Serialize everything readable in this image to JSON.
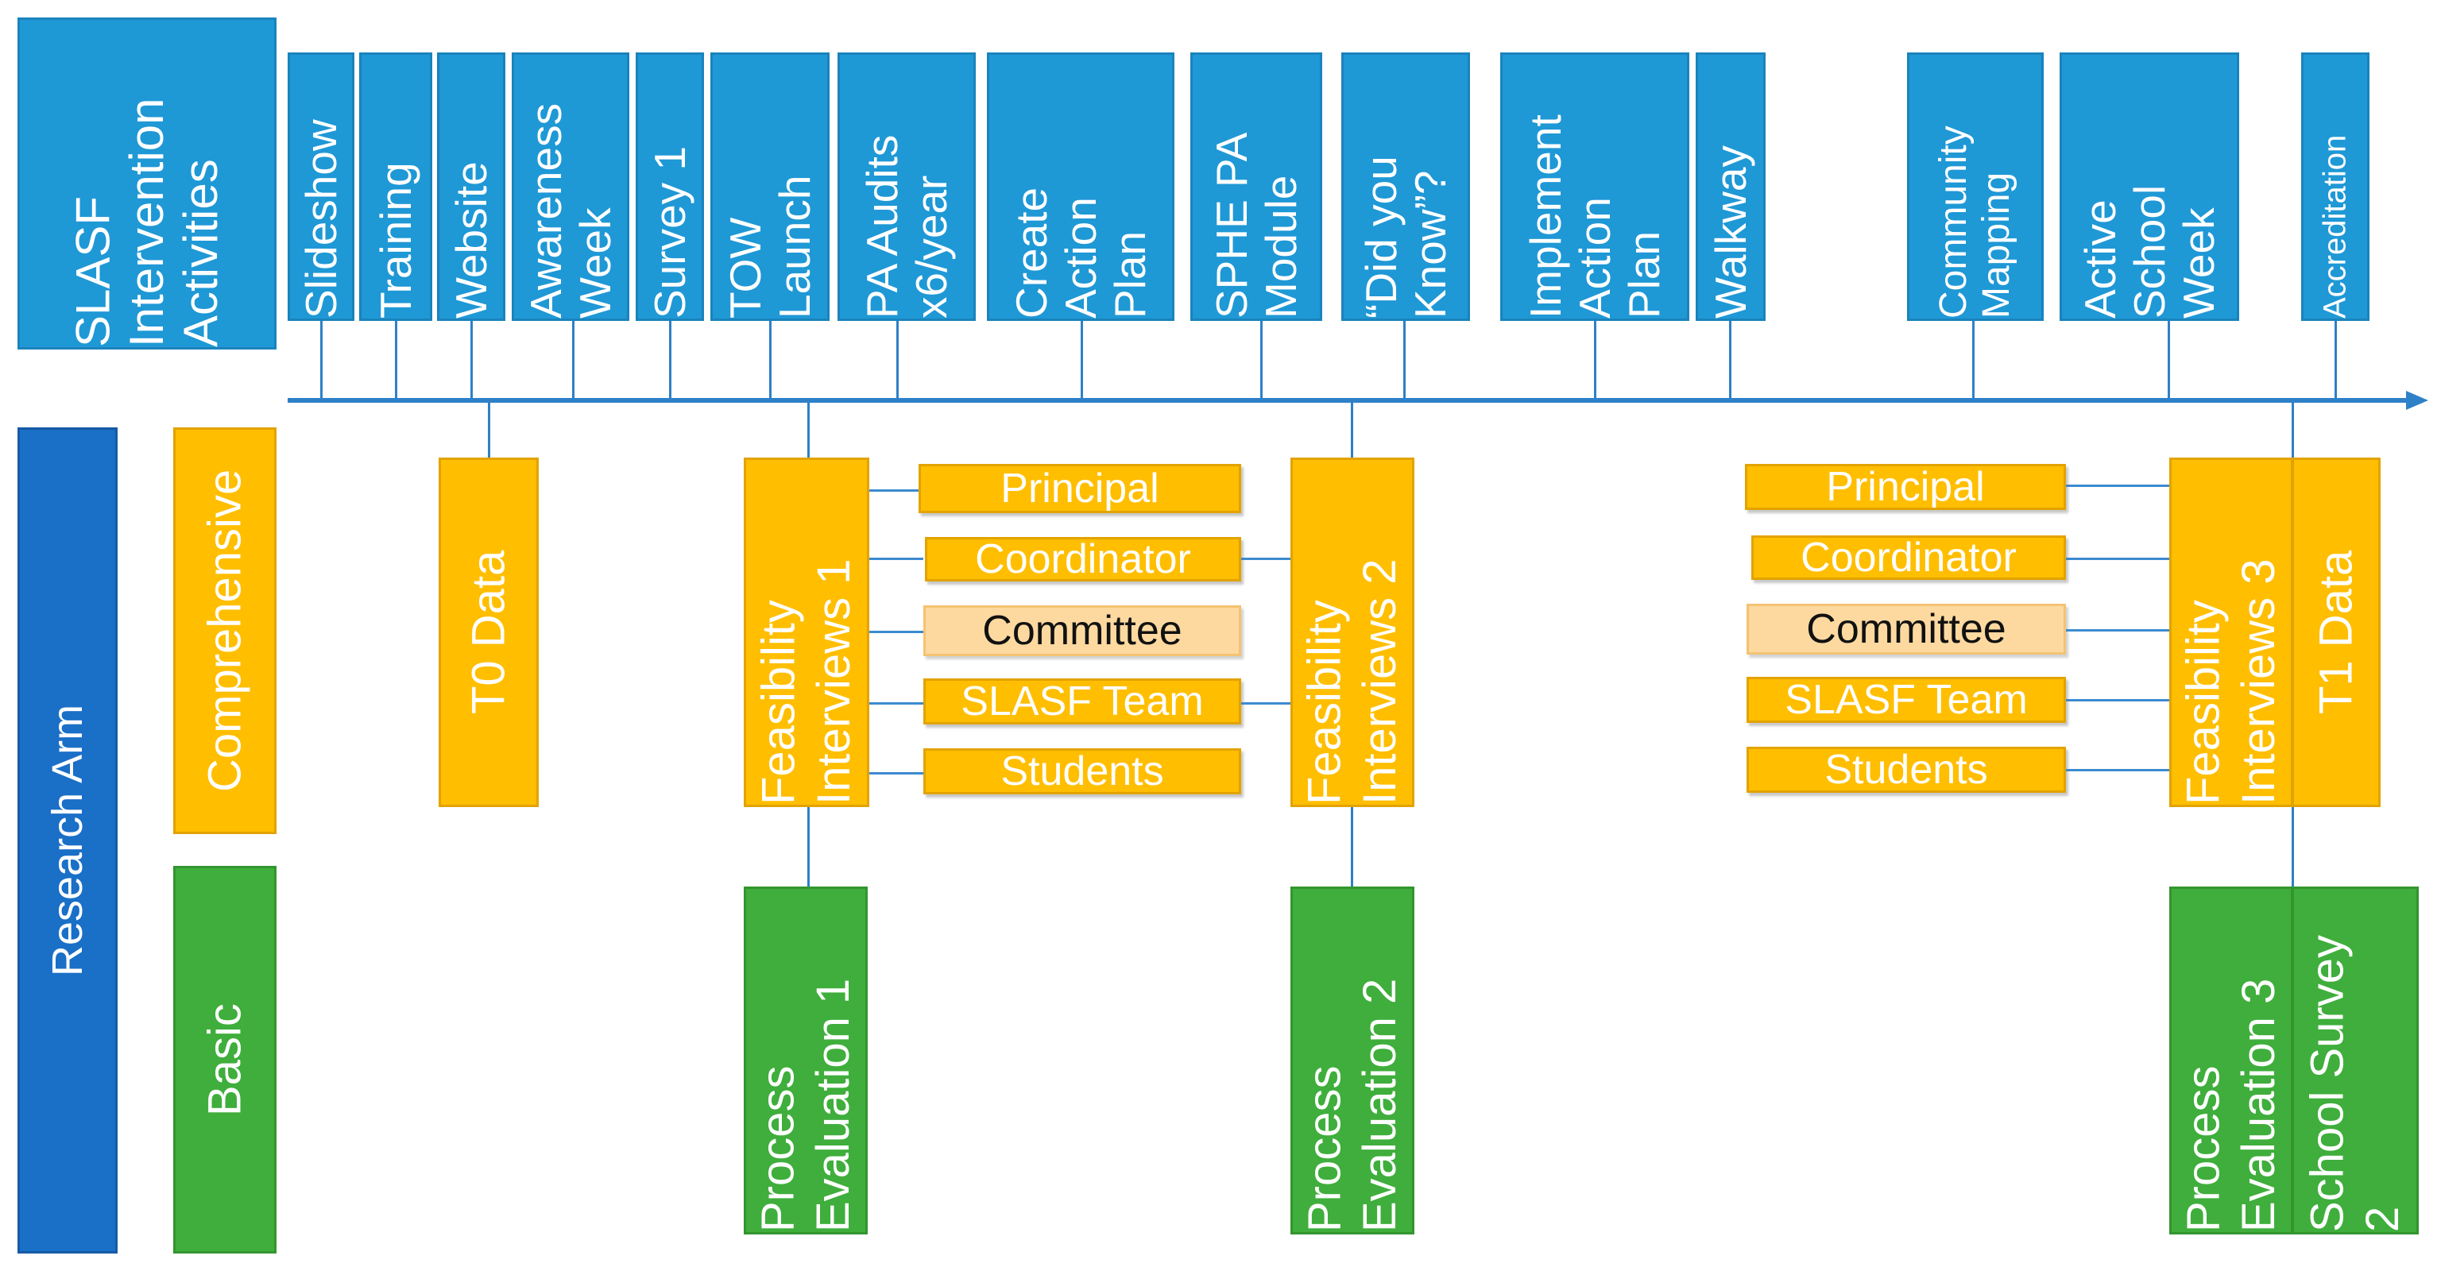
{
  "header": {
    "title": "SLASF\nIntervention\nActivities"
  },
  "activities": [
    "Slideshow",
    "Training",
    "Website",
    "Awareness\nWeek",
    "Survey 1",
    "TOW\nLaunch",
    "PA Audits\nx6/year",
    "Create\nAction\nPlan",
    "SPHE PA\nModule",
    "“Did you\nKnow”?",
    "Implement\nAction\nPlan",
    "Walkway",
    "Community\nMapping",
    "Active\nSchool\nWeek",
    "Accreditation"
  ],
  "research": {
    "arm_label": "Research Arm",
    "comprehensive_label": "Comprehensive",
    "basic_label": "Basic",
    "t0": "T0 Data",
    "t1": "T1 Data",
    "feasibility": [
      "Feasibility\nInterviews 1",
      "Feasibility\nInterviews 2",
      "Feasibility\nInterviews 3"
    ],
    "process": [
      "Process\nEvaluation  1",
      "Process\nEvaluation  2",
      "Process\nEvaluation  3"
    ],
    "school_survey": "School Survey\n2",
    "interviewees": [
      "Principal",
      "Coordinator",
      "Committee",
      "SLASF Team",
      "Students"
    ]
  },
  "colors": {
    "intervention_blue": "#1f98d6",
    "research_arm_blue": "#1a6fc7",
    "comprehensive_orange": "#ffbe00",
    "basic_green": "#3fae3c",
    "committee_pale": "#fdd9a0",
    "timeline_line": "#2e80c8"
  }
}
